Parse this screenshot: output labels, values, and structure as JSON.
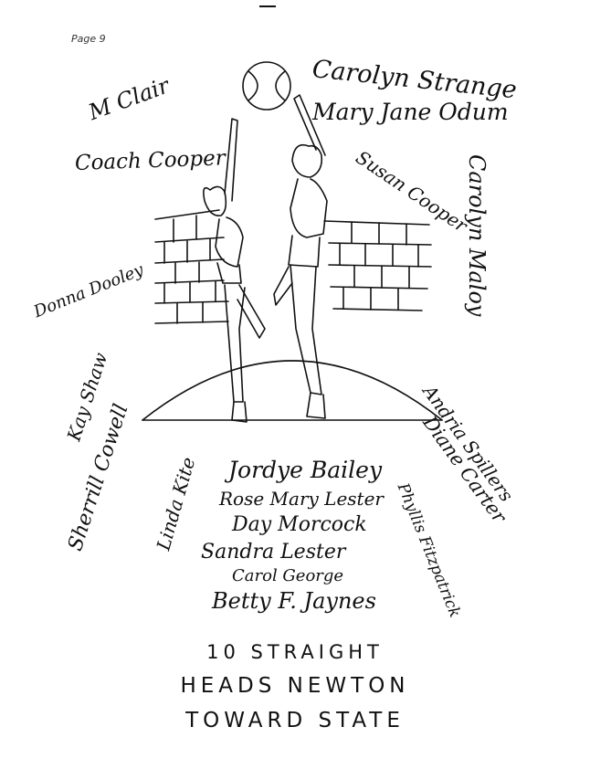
{
  "page": {
    "label": "Page 9"
  },
  "signatures": {
    "mclair": "M Clair",
    "carolyn_strange": "Carolyn Strange",
    "mary_jane_odum": "Mary Jane Odum",
    "coach_cooper": "Coach Cooper",
    "susan_cooper": "Susan Cooper",
    "carolyn_maloy": "Carolyn Maloy",
    "donna_dooley": "Donna Dooley",
    "kay_shaw": "Kay Shaw",
    "sherrill_cowell": "Sherrill Cowell",
    "linda_kite": "Linda Kite",
    "jordye_bailey": "Jordye Bailey",
    "rose_mary_lester": "Rose Mary Lester",
    "day_morcock": "Day Morcock",
    "sandra_lester": "Sandra Lester",
    "carol_george": "Carol George",
    "betty_jaynes": "Betty F. Jaynes",
    "andria_spillers": "Andria Spillers",
    "diane_carter": "Diane Carter",
    "phyllis_fitzpatrick": "Phyllis Fitzpatrick"
  },
  "caption": {
    "line1": "10 STRAIGHT",
    "line2": "HEADS NEWTON",
    "line3": "TOWARD STATE"
  }
}
